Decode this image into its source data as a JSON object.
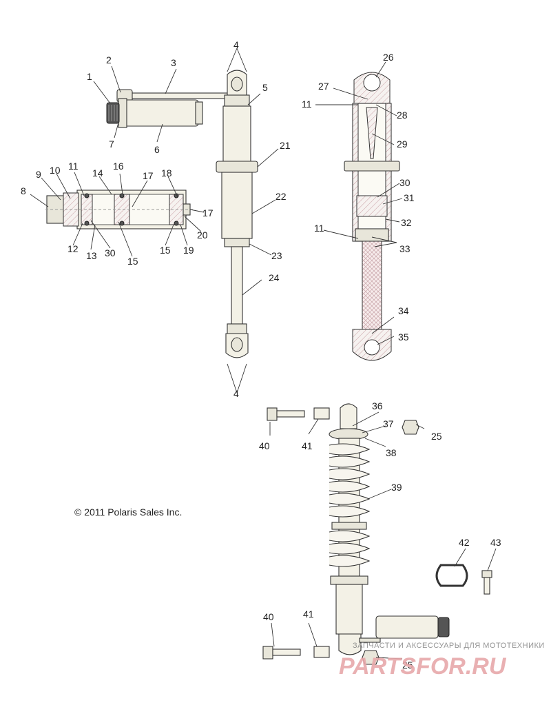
{
  "copyright": "© 2011 Polaris Sales Inc.",
  "watermark": {
    "tagline": "ЗАПЧАСТИ И АКСЕССУАРЫ ДЛЯ МОТОТЕХНИКИ",
    "logo_text": "PARTSFOR.RU"
  },
  "callouts": [
    "1",
    "2",
    "3",
    "4",
    "5",
    "6",
    "7",
    "8",
    "9",
    "10",
    "11",
    "14",
    "16",
    "18",
    "17",
    "12",
    "13",
    "30",
    "15",
    "15",
    "19",
    "20",
    "17",
    "21",
    "22",
    "23",
    "24",
    "4",
    "26",
    "27",
    "11",
    "28",
    "29",
    "30",
    "31",
    "32",
    "11",
    "33",
    "34",
    "35",
    "36",
    "37",
    "38",
    "25",
    "40",
    "41",
    "39",
    "42",
    "43",
    "40",
    "41",
    "25"
  ]
}
